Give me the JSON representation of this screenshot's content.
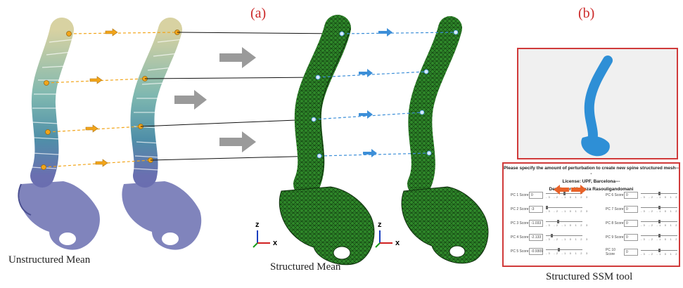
{
  "labels": {
    "panel_a": "(a)",
    "panel_b": "(b)",
    "unstructured": "Unstructured Mean",
    "structured": "Structured Mean",
    "tool": "Structured SSM tool"
  },
  "axes": {
    "z_label": "z",
    "x_label": "x"
  },
  "ssm_tool": {
    "header_line1": "Please specify the amount of perturbation to create new spine structured mesh---",
    "header_line2": "License: UPF, Barcelona---",
    "header_line3": "Developer: Morteza Rasouligandomani",
    "tick_labels": "-3 -2 -1 0 1 2 3",
    "left_rows": [
      {
        "label": "PC 1 Score",
        "value": "0",
        "level": 0.5
      },
      {
        "label": "PC 2 Score",
        "value": "-3",
        "level": 0.0
      },
      {
        "label": "PC 3 Score",
        "value": "-1.033",
        "level": 0.33
      },
      {
        "label": "PC 4 Score",
        "value": "-2.133",
        "level": 0.15
      },
      {
        "label": "PC 5 Score",
        "value": "-0.9309",
        "level": 0.35
      }
    ],
    "right_rows": [
      {
        "label": "PC 6 Score",
        "value": "0",
        "level": 0.5
      },
      {
        "label": "PC 7 Score",
        "value": "0",
        "level": 0.5
      },
      {
        "label": "PC 8 Score",
        "value": "0",
        "level": 0.5
      },
      {
        "label": "PC 9 Score",
        "value": "0",
        "level": 0.5
      },
      {
        "label": "PC 10 Score",
        "value": "0",
        "level": 0.5
      }
    ]
  },
  "colors": {
    "accent_red": "#cc2a2a",
    "landmark_orange": "#f2a51a",
    "mesh_green": "#2f8a2a",
    "preview_blue": "#2e8fd6",
    "pelvis_purple": "#6a6fb0",
    "arrow_gray": "#9a9a9a",
    "nav_arrow": "#e8632a"
  },
  "icons": [
    "right-arrow-icon",
    "axis-triad-icon",
    "left-arrow-icon"
  ]
}
